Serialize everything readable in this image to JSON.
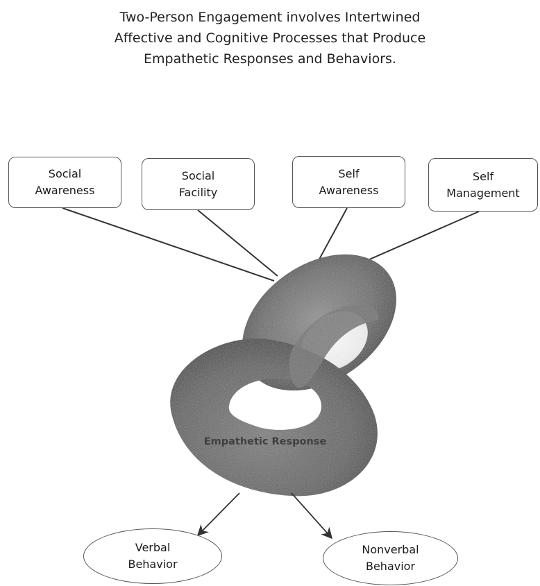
{
  "title": {
    "line1": "Two-Person Engagement involves Intertwined",
    "line2": "Affective and Cognitive Processes that Produce",
    "line3": "Empathetic Responses and Behaviors."
  },
  "inputs": [
    {
      "line1": "Social",
      "line2": "Awareness"
    },
    {
      "line1": "Social",
      "line2": "Facility"
    },
    {
      "line1": "Self",
      "line2": "Awareness"
    },
    {
      "line1": "Self",
      "line2": "Management"
    }
  ],
  "center": {
    "label": "Empathetic Response"
  },
  "outputs": [
    {
      "line1": "Verbal",
      "line2": "Behavior"
    },
    {
      "line1": "Nonverbal",
      "line2": "Behavior"
    }
  ],
  "colors": {
    "torus_dark": "#3a3a3a",
    "torus_mid": "#6e6e6e",
    "torus_light": "#9a9a9a",
    "line": "#333333"
  }
}
